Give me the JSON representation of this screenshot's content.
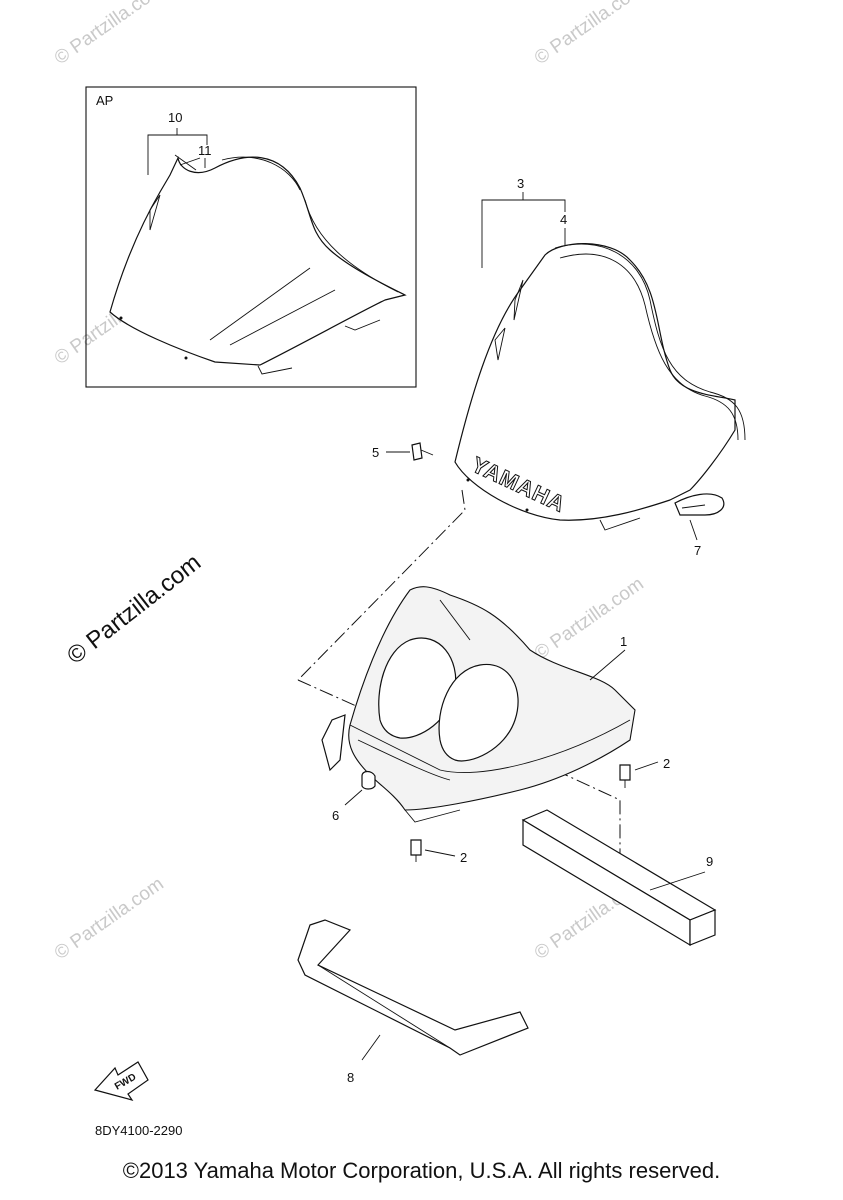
{
  "inset_label": "AP",
  "callouts": {
    "c1": "1",
    "c2a": "2",
    "c2b": "2",
    "c3": "3",
    "c4": "4",
    "c5": "5",
    "c6": "6",
    "c7": "7",
    "c8": "8",
    "c9": "9",
    "c10": "10",
    "c11": "11"
  },
  "windshield_logo": "YAMAHA",
  "fwd_label": "FWD",
  "diagram_code": "8DY4100-2290",
  "watermark": "© Partzilla.com",
  "copyright": "©2013 Yamaha Motor Corporation, U.S.A. All rights reserved."
}
